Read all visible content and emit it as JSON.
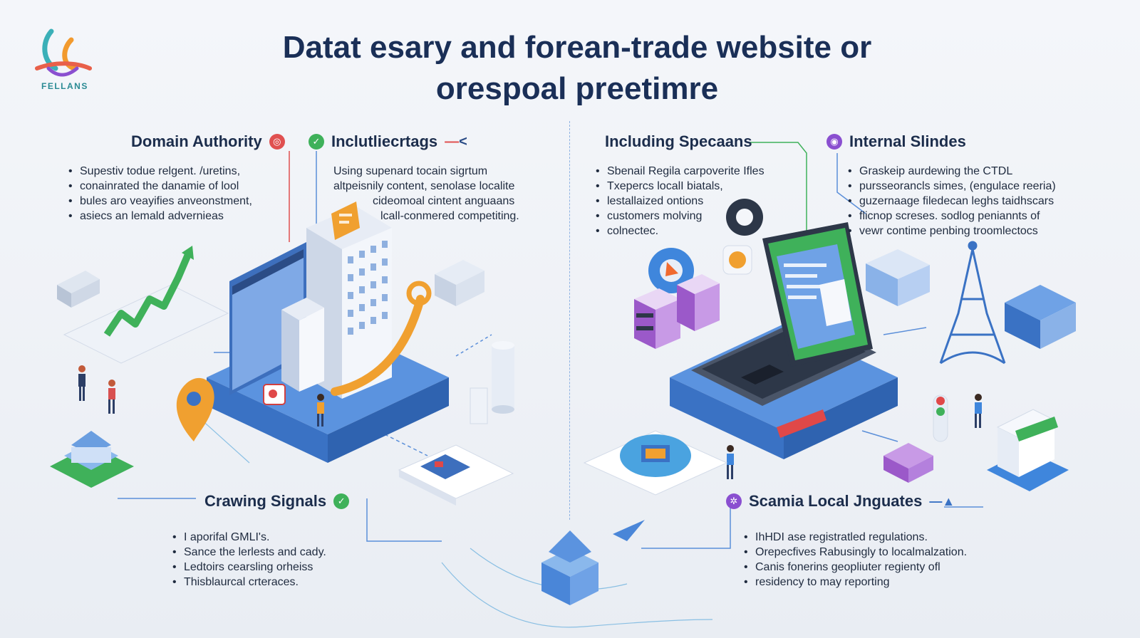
{
  "brand": {
    "name": "FELLANS"
  },
  "title": {
    "line1": "Datat esary and forean-trade website or",
    "line2": "orespoal preetimre"
  },
  "sections": {
    "domain_authority": {
      "heading": "Domain Authority",
      "items": [
        "Supestiv todue relgent. /uretins,",
        "conainrated the danamie of lool",
        "bules aro veayifies anveonstment,",
        "asiecs an lemald advernieas"
      ]
    },
    "including_tags": {
      "heading": "Inclutliecrtags",
      "lines": [
        "Using supenard tocain sigrtum",
        "altpeisnily content, senolase localite",
        "cideomoal cintent anguaans",
        "lcall-conmered competiting."
      ]
    },
    "including_specs": {
      "heading": "Including Specaans",
      "items": [
        "Sbenail Regila carpoverite Ifles",
        "Txepercs localI biatals,",
        "lestallaized ontions",
        "customers molving",
        "colnectec."
      ]
    },
    "internal_slides": {
      "heading": "Internal Slindes",
      "items": [
        "Graskeip aurdewing the CTDL",
        "pursseorancls simes, (engulace reeria)",
        "guzernaage filedecan leghs taidhscars",
        "flicnop screses. sodlog peniannts of",
        "vewr contime penbing troomlectocs"
      ]
    },
    "crawling_signals": {
      "heading": "Crawing Signals",
      "items": [
        "I aporifal GMLI's.",
        "Sance the lerlests and cady.",
        "Ledtoirs cearsling orheiss",
        "Thisblaurcal crteraces."
      ]
    },
    "local_languages": {
      "heading": "Scamia Local Jnguates",
      "items": [
        "IhHDI ase registratled regulations.",
        "Orepecfives Rabusingly to localmalzation.",
        "Canis fonerins geopliuter regienty ofl",
        "residency to may reporting"
      ]
    }
  },
  "icons": {
    "domain_authority": "red-target-icon",
    "including_tags": "green-tag-icon",
    "internal_slides": "purple-globe-icon",
    "crawling_signals": "green-check-icon",
    "local_languages": "purple-gear-icon"
  },
  "colors": {
    "title": "#1a2f57",
    "platform_blue": "#4a86d8",
    "accent_orange": "#f0a030",
    "accent_green": "#3fb15a",
    "accent_red": "#e04848",
    "accent_purple": "#8a4fd0"
  }
}
